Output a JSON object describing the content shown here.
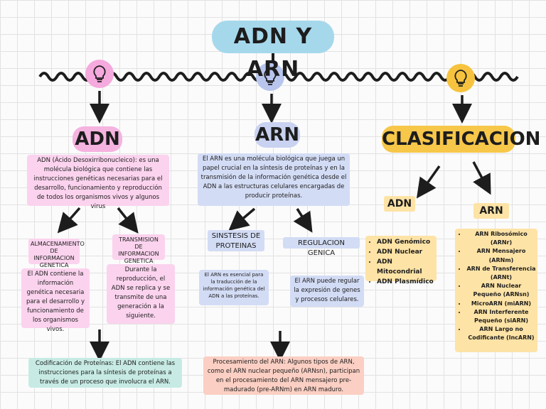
{
  "title": "ADN Y ARN",
  "headings": {
    "adn": "ADN",
    "arn": "ARN",
    "clasificacion": "CLASIFICACION"
  },
  "adn": {
    "definition": "ADN (Ácido Desoxirribonucleico):  es una molécula biológica que contiene las instrucciones genéticas necesarias para el desarrollo, funcionamiento y reproducción de todos los organismos vivos y algunos virus",
    "storage_title": "ALMACENAMIENTO DE INFORMACION GENETICA",
    "storage_text": "El ADN contiene la información genética necesaria para el desarrollo y funcionamiento de los organismos vivos.",
    "transmission_title": "TRANSMISION DE INFORMACION GENETICA",
    "transmission_text": "Durante la reproducción, el ADN se replica y se transmite de una generación a la siguiente.",
    "protein_coding": "Codificación de Proteínas: El ADN contiene las instrucciones para la síntesis de proteínas a través de un proceso que involucra el ARN."
  },
  "arn": {
    "definition": "El ARN es una molécula biológica que juega un papel crucial en la síntesis de proteínas y en la transmisión de la información genética desde el ADN a las estructuras celulares encargadas de producir proteínas.",
    "synthesis_title": "SINSTESIS DE PROTEINAS",
    "synthesis_text": "El ARN es esencial para la traducción de la información genética del ADN a las proteínas.",
    "regulation_title": "REGULACION GENICA",
    "regulation_text": "El ARN puede regular la expresión de genes y procesos celulares.",
    "processing": "Procesamiento del ARN: Algunos tipos de ARN, como el ARN nuclear pequeño (ARNsn), participan en el procesamiento del ARN mensajero pre-madurado (pre-ARNm) en ARN maduro."
  },
  "clasificacion": {
    "adn_label": "ADN",
    "adn_types": [
      "ADN Genómico",
      "ADN Nuclear",
      "ADN Mitocondrial",
      "ADN Plasmídico"
    ],
    "arn_label": "ARN",
    "arn_types": [
      "ARN Ribosómico (ARNr)",
      "ARN Mensajero (ARNm)",
      "ARN de Transferencia (ARNt)",
      "ARN Nuclear Pequeño (ARNsn)",
      "MicroARN (miARN)",
      "ARN Interferente Pequeño (siARN)",
      "ARN Largo no Codificante (lncARN)"
    ]
  },
  "colors": {
    "title_bg": "#a6d8ec",
    "adn_pink": "#f5b3e0",
    "arn_blue": "#c9d2f1",
    "clas_yellow": "#f7c74a",
    "teal": "#c7ebe4",
    "peach": "#fbcfc3"
  },
  "icons": [
    "lightbulb-icon",
    "arrow-down-icon",
    "wavy-line"
  ]
}
